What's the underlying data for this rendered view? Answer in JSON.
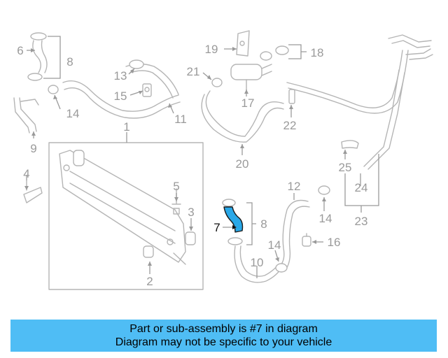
{
  "callouts": {
    "c1": "1",
    "c2": "2",
    "c3": "3",
    "c4": "4",
    "c5": "5",
    "c6": "6",
    "c7": "7",
    "c8a": "8",
    "c8b": "8",
    "c9": "9",
    "c10": "10",
    "c11": "11",
    "c12": "12",
    "c13": "13",
    "c14a": "14",
    "c14b": "14",
    "c14c": "14",
    "c15": "15",
    "c16": "16",
    "c17": "17",
    "c18": "18",
    "c19": "19",
    "c20": "20",
    "c21": "21",
    "c22": "22",
    "c23": "23",
    "c24": "24",
    "c25": "25"
  },
  "highlight": {
    "part": "7",
    "color": "#29a8e8"
  },
  "banner": {
    "color": "#4fbdf5",
    "line1": "Part or sub-assembly is #7 in diagram",
    "line2": "Diagram may not be specific to your vehicle"
  }
}
